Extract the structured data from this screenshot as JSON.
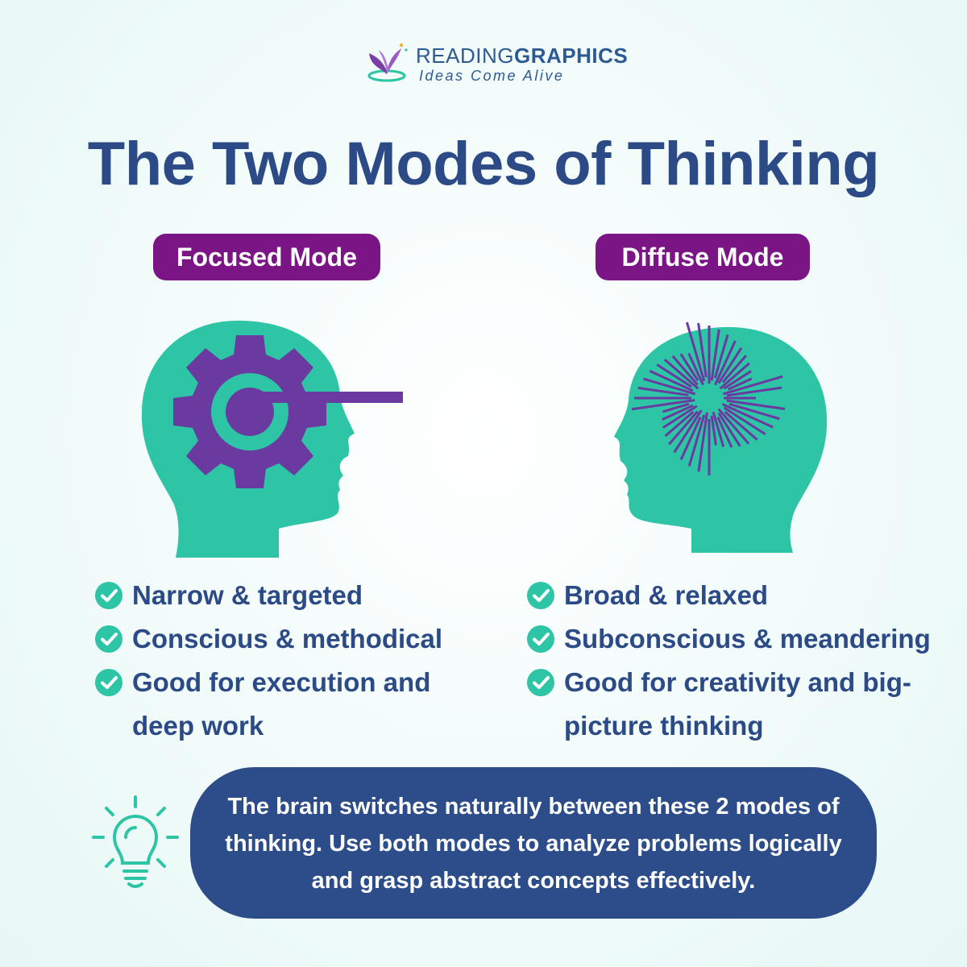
{
  "brand": {
    "name_light": "READING",
    "name_bold": "GRAPHICS",
    "tagline": "Ideas Come Alive"
  },
  "title": "The Two Modes of Thinking",
  "colors": {
    "navy": "#2b4a86",
    "purple": "#7b1585",
    "teal": "#2ec4a6",
    "gear_purple": "#6a3aa0",
    "callout_bg": "#2c4c8a"
  },
  "modes": [
    {
      "label": "Focused Mode",
      "icon": "head-gear-icon",
      "points": [
        "Narrow & targeted",
        "Conscious & methodical",
        "Good for execution and deep work"
      ]
    },
    {
      "label": "Diffuse Mode",
      "icon": "head-burst-icon",
      "points": [
        "Broad & relaxed",
        "Subconscious & meandering",
        "Good for creativity and big-picture thinking"
      ]
    }
  ],
  "callout": {
    "icon": "lightbulb-icon",
    "text": "The brain switches naturally between these 2 modes of thinking. Use both modes to analyze problems logically and grasp abstract concepts effectively."
  }
}
